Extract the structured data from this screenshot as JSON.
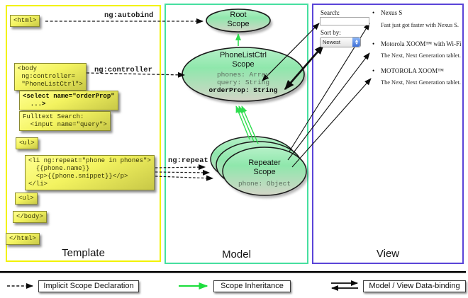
{
  "panels": {
    "template": {
      "label": "Template"
    },
    "model": {
      "label": "Model"
    },
    "view": {
      "label": "View"
    }
  },
  "template": {
    "html_open": "<html>",
    "body_open": "<body\n ng:controller=\n \"PhoneListCtrl\">",
    "select_box": "<select name=\"orderProp\"\n  ...>",
    "fulltext_box": "Fulltext Search:\n  <input name=\"query\">",
    "ul_open": "<ul>",
    "li_box": "<li ng:repeat=\"phone in phones\">\n  {{phone.name}}\n  <p>{{phone.snippet}}</p>\n</li>",
    "ul_close": "<ul>",
    "body_close": "</body>",
    "html_close": "</html>"
  },
  "annotations": {
    "autobind": "ng:autobind",
    "controller": "ng:controller",
    "repeat": "ng:repeat"
  },
  "model": {
    "root_scope_title": "Root\nScope",
    "phonelist_title": "PhoneListCtrl\nScope",
    "phonelist_props": "phones: Array\nquery: String",
    "phonelist_bold_prop": "orderProp: String",
    "repeater_title": "Repeater\nScope",
    "repeater_prop": "phone: Object"
  },
  "view": {
    "search_label": "Search:",
    "search_value": "",
    "sort_label": "Sort by:",
    "sort_value": "Newest",
    "bullet": "•",
    "items": [
      {
        "name": "Nexus S",
        "desc": "Fast just got faster with Nexus S."
      },
      {
        "name": "Motorola XOOM™ with Wi-Fi",
        "desc": "The Next, Next Generation tablet."
      },
      {
        "name": "MOTOROLA XOOM™",
        "desc": "The Next, Next Generation tablet."
      }
    ]
  },
  "legend": {
    "implicit": "Implicit Scope Declaration",
    "inheritance": "Scope Inheritance",
    "databinding": "Model / View Data-binding"
  },
  "colors": {
    "template_border": "#f2f200",
    "model_border": "#46dfa0",
    "view_border": "#5a44d8",
    "inheritance_green": "#2edd4e",
    "box_yellow": "#f3f360"
  }
}
